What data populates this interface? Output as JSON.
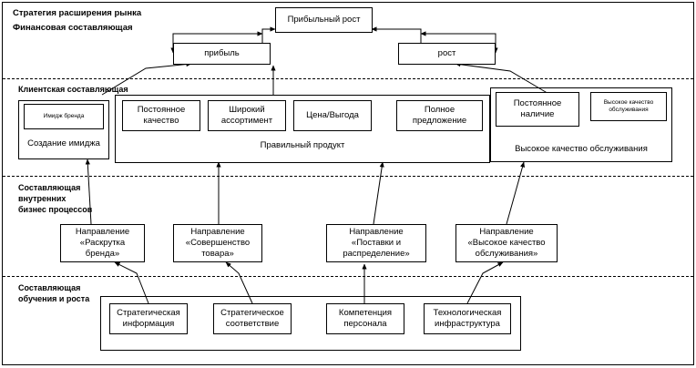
{
  "diagram": {
    "title_line1": "Стратегия расширения рынка",
    "title_line2": "Финансовая  составляющая",
    "bands": [
      {
        "id": "client",
        "label": "Клиентская составляющая"
      },
      {
        "id": "internal",
        "label": "Составляющая\nвнутренних\nбизнес процессов"
      },
      {
        "id": "learning",
        "label": "Составляющая\nобучения и роста"
      }
    ],
    "nodes": {
      "profitable_growth": "Прибыльный рост",
      "profit": "прибыль",
      "growth": "рост",
      "brand_image": "Имидж бренда",
      "image_creation": "Создание имиджа",
      "constant_quality": "Постоянное\nкачество",
      "wide_assortment": "Широкий\nассортимент",
      "price_benefit": "Цена/Выгода",
      "full_offer": "Полное\nпредложение",
      "constant_availability": "Постоянное\nналичие",
      "high_service_quality_small": "Высокое качество\nобслуживания",
      "correct_product_group": "Правильный продукт",
      "high_service_quality_group": "Высокое качество обслуживания",
      "direction_brand": "Направление\n«Раскрутка\nбренда»",
      "direction_product": "Направление\n«Совершенство\nтовара»",
      "direction_supply": "Направление\n«Поставки и\nраспределение»",
      "direction_service": "Направление\n«Высокое качество\nобслуживания»",
      "strategic_information": "Стратегическая\nинформация",
      "strategic_alignment": "Стратегическое\nсоответствие",
      "staff_competence": "Компетенция\nперсонала",
      "tech_infrastructure": "Технологическая\nинфраструктура"
    }
  }
}
